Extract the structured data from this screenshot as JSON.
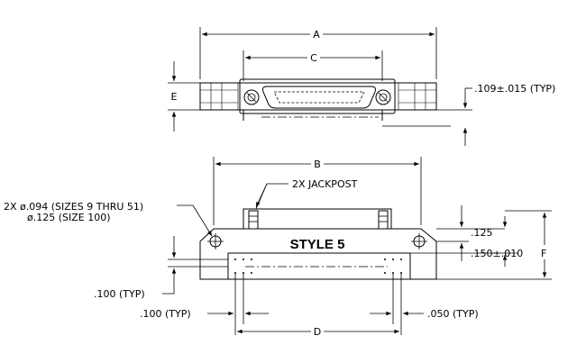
{
  "drawing": {
    "top_view": {
      "dim_a": "A",
      "dim_c": "C",
      "dim_e": "E",
      "mount_tolerance": ".109±.015 (TYP)"
    },
    "front_view": {
      "dim_b": "B",
      "dim_d": "D",
      "dim_f": "F",
      "jackpost_note": "2X JACKPOST",
      "hole_note_line1": "2X ø.094 (SIZES 9 THRU 51)",
      "hole_note_line2": "ø.125 (SIZE 100)",
      "style_label": "STYLE 5",
      "dim_125": ".125",
      "dim_150": ".150±.010",
      "dim_100_left": ".100 (TYP)",
      "dim_100_bottom": ".100 (TYP)",
      "dim_050": ".050 (TYP)"
    }
  }
}
